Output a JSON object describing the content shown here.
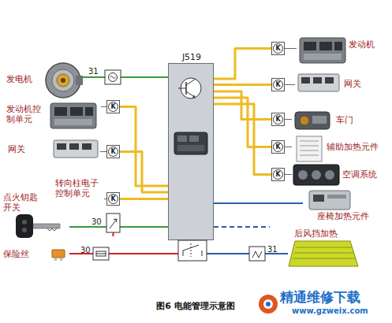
{
  "diagram": {
    "caption": "图6 电能管理示意图",
    "nodes": [
      {
        "text": [
          "J519"
        ]
      },
      {
        "text": [
          "发电机"
        ]
      },
      {
        "text": [
          "发动机控制单元"
        ]
      },
      {
        "text": [
          "K"
        ]
      },
      {
        "text": [
          "网关"
        ]
      },
      {
        "text": [
          "K"
        ]
      },
      {
        "text": [
          "转向柱电子控制单元"
        ]
      },
      {
        "text": [
          "K"
        ]
      },
      {
        "text": [
          "点火钥匙开关"
        ]
      },
      {
        "text": [
          "保险丝"
        ]
      },
      {
        "text": [
          "K"
        ]
      },
      {
        "text": [
          "发动机"
        ]
      },
      {
        "text": [
          "K"
        ]
      },
      {
        "text": [
          "网关"
        ]
      },
      {
        "text": [
          "K"
        ]
      },
      {
        "text": [
          "车门"
        ]
      },
      {
        "text": [
          "K"
        ]
      },
      {
        "text": [
          "辅助加热元件"
        ]
      },
      {
        "text": [
          "K"
        ]
      },
      {
        "text": [
          "空调系统"
        ]
      },
      {
        "text": [
          "座椅加热元件"
        ]
      },
      {
        "text": [
          "后风挡加热"
        ]
      }
    ],
    "edges": [
      {
        "from": 1,
        "to": 0,
        "arrow": "none"
      },
      {
        "from": 2,
        "to": 3,
        "arrow": "none"
      },
      {
        "from": 3,
        "to": 0,
        "arrow": "none"
      },
      {
        "from": 4,
        "to": 5,
        "arrow": "none"
      },
      {
        "from": 5,
        "to": 0,
        "arrow": "none"
      },
      {
        "from": 6,
        "to": 7,
        "arrow": "none"
      },
      {
        "from": 7,
        "to": 0,
        "arrow": "none"
      },
      {
        "from": 8,
        "to": 0,
        "arrow": "none"
      },
      {
        "from": 9,
        "to": 0,
        "arrow": "none"
      },
      {
        "from": 0,
        "to": 10,
        "arrow": "none"
      },
      {
        "from": 10,
        "to": 11,
        "arrow": "none"
      },
      {
        "from": 0,
        "to": 12,
        "arrow": "none"
      },
      {
        "from": 12,
        "to": 13,
        "arrow": "none"
      },
      {
        "from": 0,
        "to": 14,
        "arrow": "none"
      },
      {
        "from": 14,
        "to": 15,
        "arrow": "none"
      },
      {
        "from": 0,
        "to": 16,
        "arrow": "none"
      },
      {
        "from": 16,
        "to": 17,
        "arrow": "none"
      },
      {
        "from": 0,
        "to": 18,
        "arrow": "none"
      },
      {
        "from": 18,
        "to": 19,
        "arrow": "none"
      },
      {
        "from": 0,
        "to": 20,
        "arrow": "none"
      },
      {
        "from": 0,
        "to": 21,
        "arrow": "none"
      }
    ],
    "labels": [
      "31",
      "30",
      "30",
      "31",
      "精通维修下载",
      "www.gzweix.com"
    ]
  }
}
